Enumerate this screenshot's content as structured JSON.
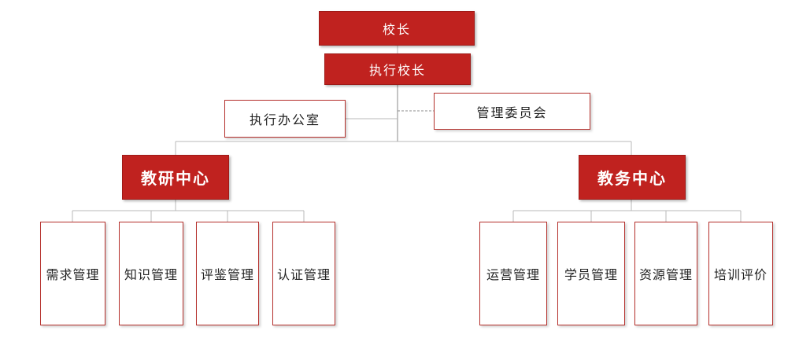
{
  "diagram": {
    "principal": "校长",
    "executive_principal": "执行校长",
    "executive_office": "执行办公室",
    "management_committee": "管理委员会",
    "research_center": {
      "label": "教研中心",
      "children": [
        "需求管理",
        "知识管理",
        "评鉴管理",
        "认证管理"
      ]
    },
    "affairs_center": {
      "label": "教务中心",
      "children": [
        "运营管理",
        "学员管理",
        "资源管理",
        "培训评价"
      ]
    }
  },
  "colors": {
    "primary_red": "#c0221f",
    "outline_red": "#b5302c",
    "connector_gray": "#b8b8b8"
  }
}
